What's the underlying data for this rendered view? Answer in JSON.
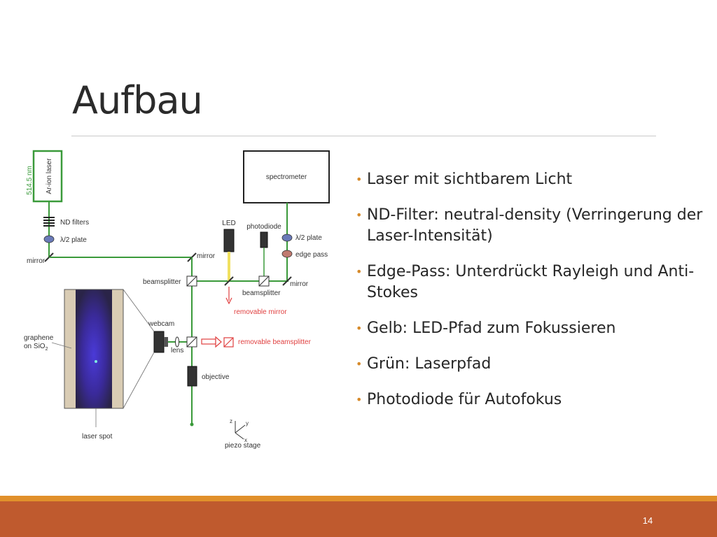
{
  "slide": {
    "title": "Aufbau",
    "page_number": "14"
  },
  "bullets": [
    "Laser mit sichtbarem Licht",
    "ND-Filter: neutral-density (Verringerung der Laser-Intensität)",
    "Edge-Pass: Unterdrückt Rayleigh und Anti-Stokes",
    "Gelb: LED-Pfad zum Fokussieren",
    "Grün: Laserpfad",
    "Photodiode für Autofokus"
  ],
  "diagram": {
    "wavelength": "514.5 nm",
    "laser": "Ar-ion laser",
    "nd_filters": "ND filters",
    "half_wave_plate_left": "λ/2 plate",
    "mirror_left": "mirror",
    "spectrometer": "spectrometer",
    "led": "LED",
    "photodiode": "photodiode",
    "half_wave_plate_right": "λ/2 plate",
    "edge_pass": "edge pass",
    "mirror_top": "mirror",
    "beamsplitter_left": "beamsplitter",
    "beamsplitter_right": "beamsplitter",
    "mirror_right": "mirror",
    "removable_mirror": "removable mirror",
    "webcam": "webcam",
    "lens": "lens",
    "removable_beamsplitter": "removable beamsplitter",
    "objective": "objective",
    "graphene_line1": "graphene",
    "graphene_line2": "on SiO",
    "graphene_sub": "2",
    "laser_spot": "laser spot",
    "piezo_stage": "piezo stage",
    "axis_z": "z",
    "axis_y": "y",
    "axis_x": "x"
  },
  "colors": {
    "title_text": "#2b2b2b",
    "bullet_marker": "#d68a2a",
    "footer_accent": "#e1902b",
    "footer_bar": "#bf5a2e",
    "laser_path": "#3a9a3a",
    "led_path": "#f0e060",
    "removable_arrow": "#e04040"
  }
}
